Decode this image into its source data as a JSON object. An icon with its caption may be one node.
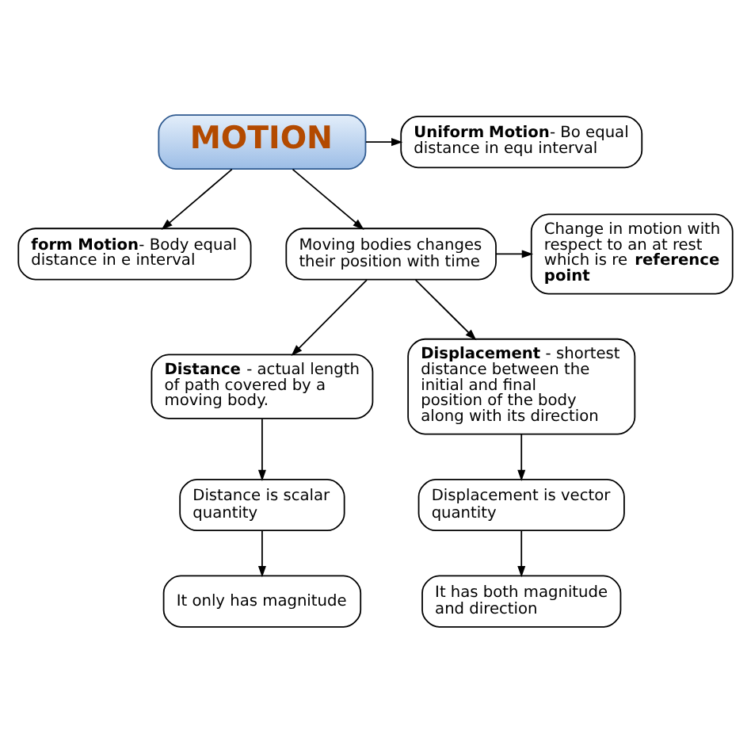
{
  "diagram": {
    "nodes": [
      {
        "text": [
          "MOTION"
        ]
      },
      {
        "text": [
          "**Uniform Motion**- Bo equal distance in equ interval"
        ]
      },
      {
        "text": [
          "**form Motion**- Body equal distance in e interval"
        ]
      },
      {
        "text": [
          "Moving bodies changes their position with time"
        ]
      },
      {
        "text": [
          "Change in motion with respect to an at rest which is re **reference point**"
        ]
      },
      {
        "text": [
          "**Distance** - actual length of path covered by a moving body."
        ]
      },
      {
        "text": [
          "**Displacement** - shortest distance between the initial and final position of the body along with its direction"
        ]
      },
      {
        "text": [
          "Distance is scalar quantity"
        ]
      },
      {
        "text": [
          "It only has magnitude"
        ]
      },
      {
        "text": [
          "Displacement is vector quantity"
        ]
      },
      {
        "text": [
          "It has both magnitude and direction"
        ]
      }
    ],
    "edges": [
      {
        "from": 0,
        "to": 1,
        "arrow": "to"
      },
      {
        "from": 0,
        "to": 2,
        "arrow": "to"
      },
      {
        "from": 0,
        "to": 3,
        "arrow": "to"
      },
      {
        "from": 3,
        "to": 4,
        "arrow": "to"
      },
      {
        "from": 3,
        "to": 5,
        "arrow": "to"
      },
      {
        "from": 3,
        "to": 6,
        "arrow": "to"
      },
      {
        "from": 5,
        "to": 7,
        "arrow": "to"
      },
      {
        "from": 7,
        "to": 8,
        "arrow": "to"
      },
      {
        "from": 6,
        "to": 9,
        "arrow": "to"
      },
      {
        "from": 9,
        "to": 10,
        "arrow": "to"
      }
    ]
  }
}
